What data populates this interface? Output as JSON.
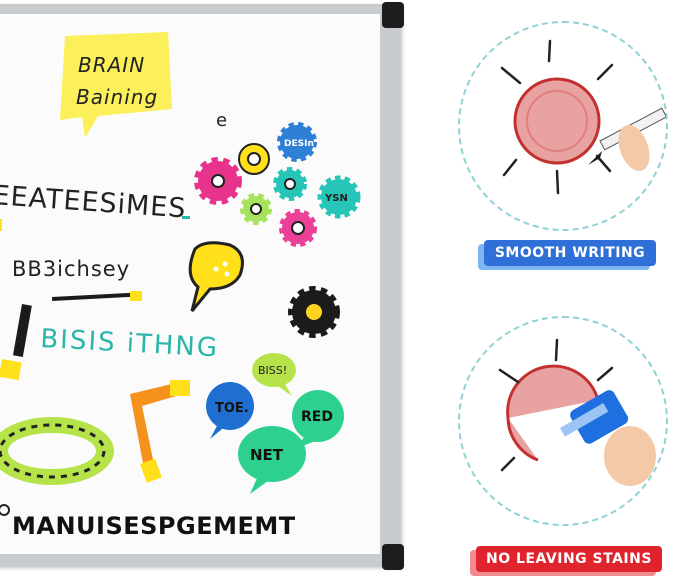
{
  "board": {
    "sticky_note": {
      "line1": "BRAIN",
      "line2": "Baining"
    },
    "scribbles": {
      "line_a": "EEATEESiMES",
      "line_b": "BB3ichsey",
      "line_c": "BISIS iTHNG",
      "bottom": "MANUISESPGEMEMT",
      "small_e": "e"
    },
    "bubbles": {
      "dark_blue": "TOE.",
      "light_green": "BISS!",
      "green_a": "RED",
      "green_b": "NET"
    },
    "gears": {
      "blue_gear": "DESIn",
      "teal_gear": "YSN"
    }
  },
  "features": {
    "smooth": "SMOOTH WRITING",
    "erase": "NO LEAVING STAINS"
  },
  "colors": {
    "frame": "#c9ccce",
    "corner": "#1d1d1f",
    "circle_border": "#8fd2d6",
    "badge_blue": "#2f6fd8",
    "badge_red": "#e0242e",
    "sticky": "#fcf05a"
  }
}
